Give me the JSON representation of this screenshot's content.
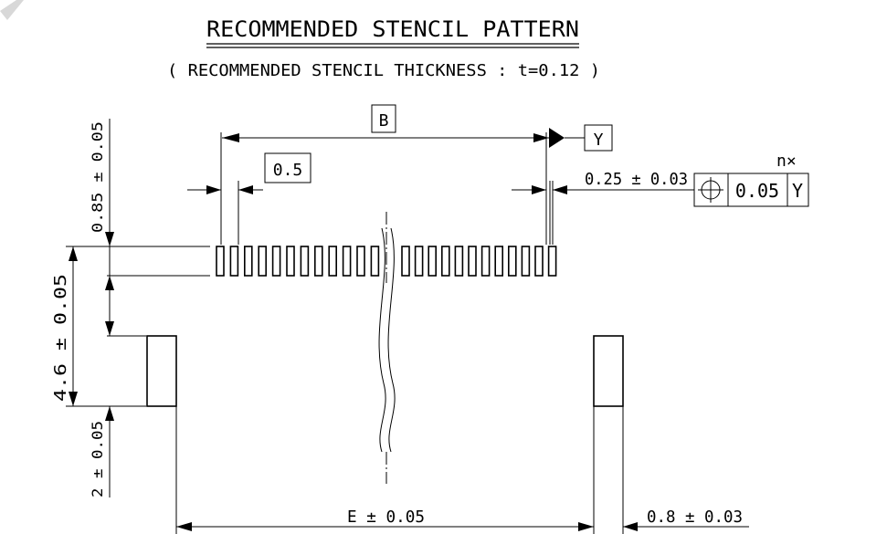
{
  "title": "RECOMMENDED STENCIL PATTERN",
  "subtitle": "( RECOMMENDED STENCIL THICKNESS : t=0.12 )",
  "dimensions": {
    "pitch": "0.5",
    "span_basic": "B",
    "datum": "Y",
    "pad_width": "0.25 ± 0.03",
    "gtol_count": "n×",
    "gtol_symbol": "⌖",
    "gtol_value": "0.05",
    "gtol_datum": "Y",
    "pad_length": "0.85 ± 0.05",
    "row_gap": "4.6 ± 0.05",
    "side_pad_length": "2 ± 0.05",
    "side_span": "E ± 0.05",
    "side_pad_width": "0.8 ± 0.03"
  },
  "pads": {
    "left_group_count": 12,
    "right_group_count": 12
  }
}
